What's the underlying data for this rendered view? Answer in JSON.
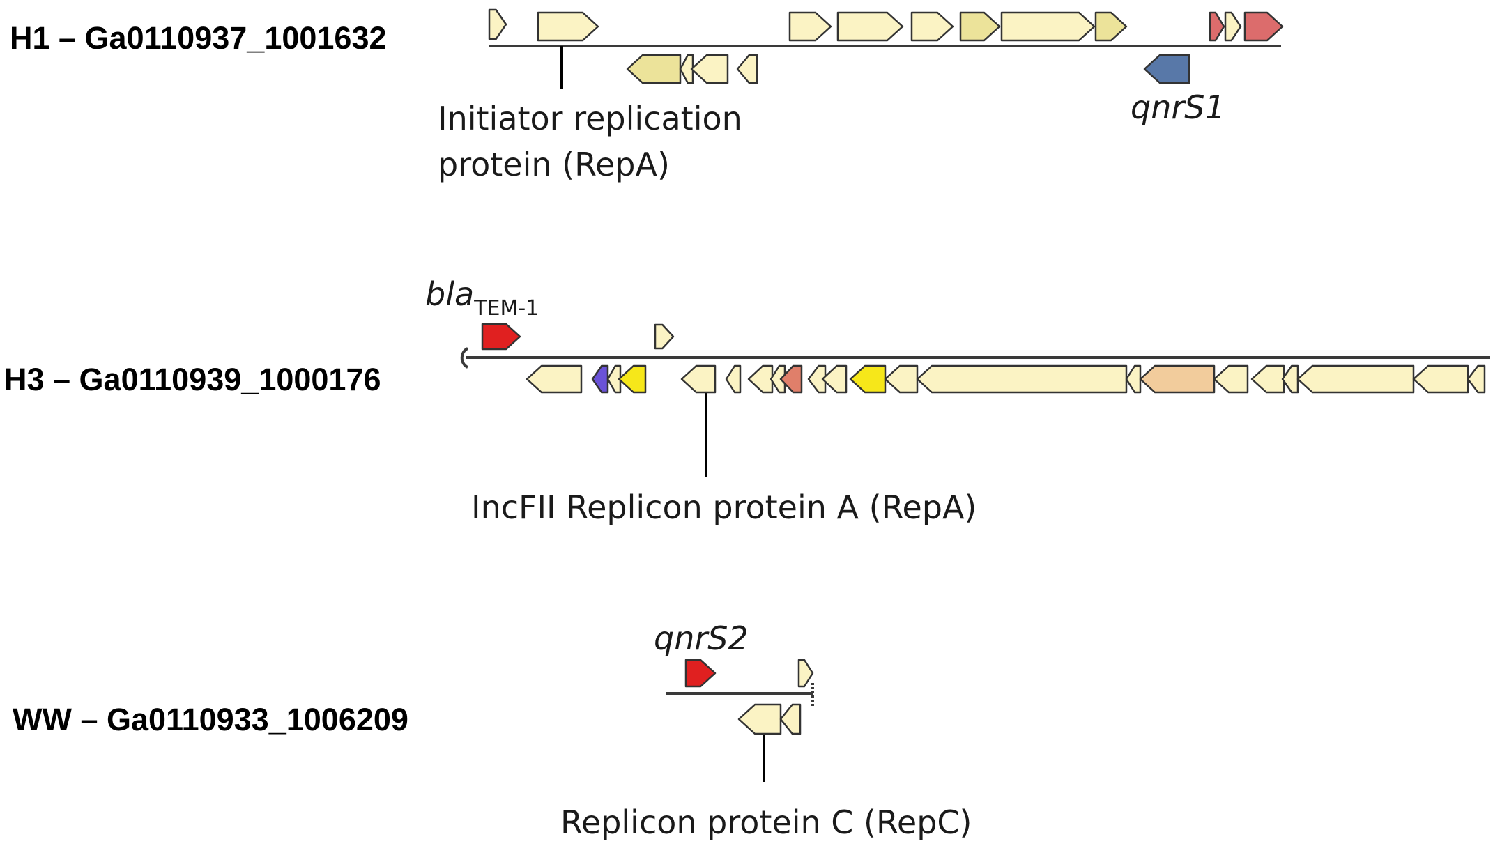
{
  "colors": {
    "pale_yellow": "#fbf3c4",
    "khaki": "#ece39a",
    "yellow": "#f6e71a",
    "peach": "#f2cc9c",
    "salmon": "#e07f6a",
    "pink_red": "#dc6c6c",
    "red": "#e02020",
    "steel_blue": "#5878a8",
    "violet": "#6a52d8"
  },
  "tracks": [
    {
      "id": "h1",
      "label": "H1 – Ga0110937_1001632",
      "annotations": [
        {
          "lines": [
            "Initiator replication",
            "protein (RepA)"
          ],
          "italic": false
        }
      ],
      "gene_labels": [
        {
          "main": "qnrS1",
          "sub": ""
        }
      ]
    },
    {
      "id": "h3",
      "label": "H3 – Ga0110939_1000176",
      "annotations": [
        {
          "lines": [
            "IncFII Replicon protein A (RepA)"
          ],
          "italic": false
        }
      ],
      "gene_labels": [
        {
          "main": "bla",
          "sub": "TEM-1"
        }
      ]
    },
    {
      "id": "ww",
      "label": "WW – Ga0110933_1006209",
      "annotations": [
        {
          "lines": [
            "Replicon protein C (RepC)"
          ],
          "italic": false
        }
      ],
      "gene_labels": [
        {
          "main": "qnrS2",
          "sub": ""
        }
      ]
    }
  ]
}
